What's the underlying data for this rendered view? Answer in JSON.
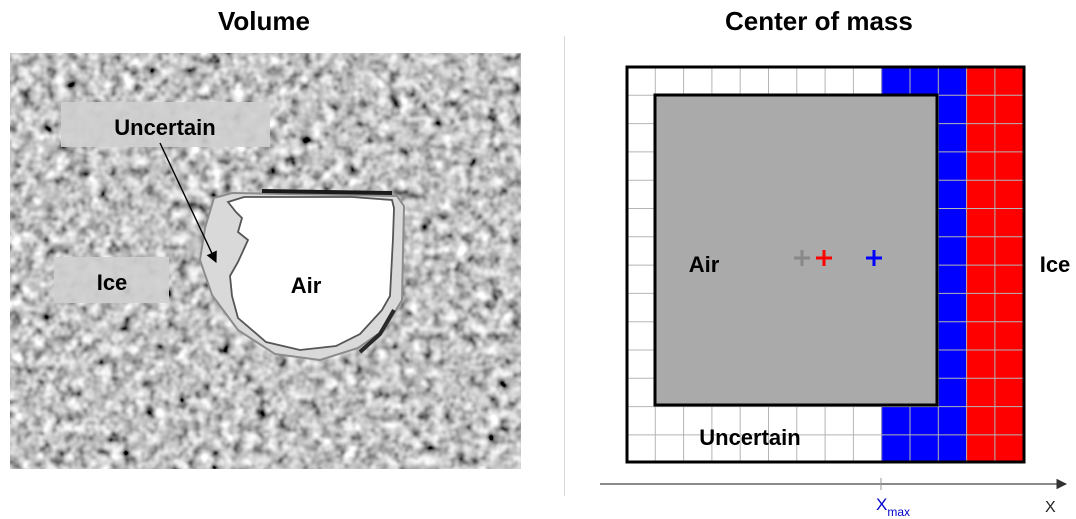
{
  "left_panel": {
    "title": "Volume",
    "labels": {
      "uncertain": "Uncertain",
      "ice": "Ice",
      "air": "Air"
    }
  },
  "right_panel": {
    "title": "Center of mass",
    "labels": {
      "air": "Air",
      "ice": "Ice",
      "uncertain": "Uncertain"
    },
    "axis": {
      "x_label": "X",
      "xmax_base": "X",
      "xmax_sub": "max"
    },
    "colors": {
      "ice_fill": "#ff0000",
      "uncertain_fill": "#0000ff",
      "air_fill": "#aaaaaa",
      "marker_gray": "#888888",
      "marker_red": "#ff0000",
      "marker_blue": "#0000ff"
    }
  }
}
